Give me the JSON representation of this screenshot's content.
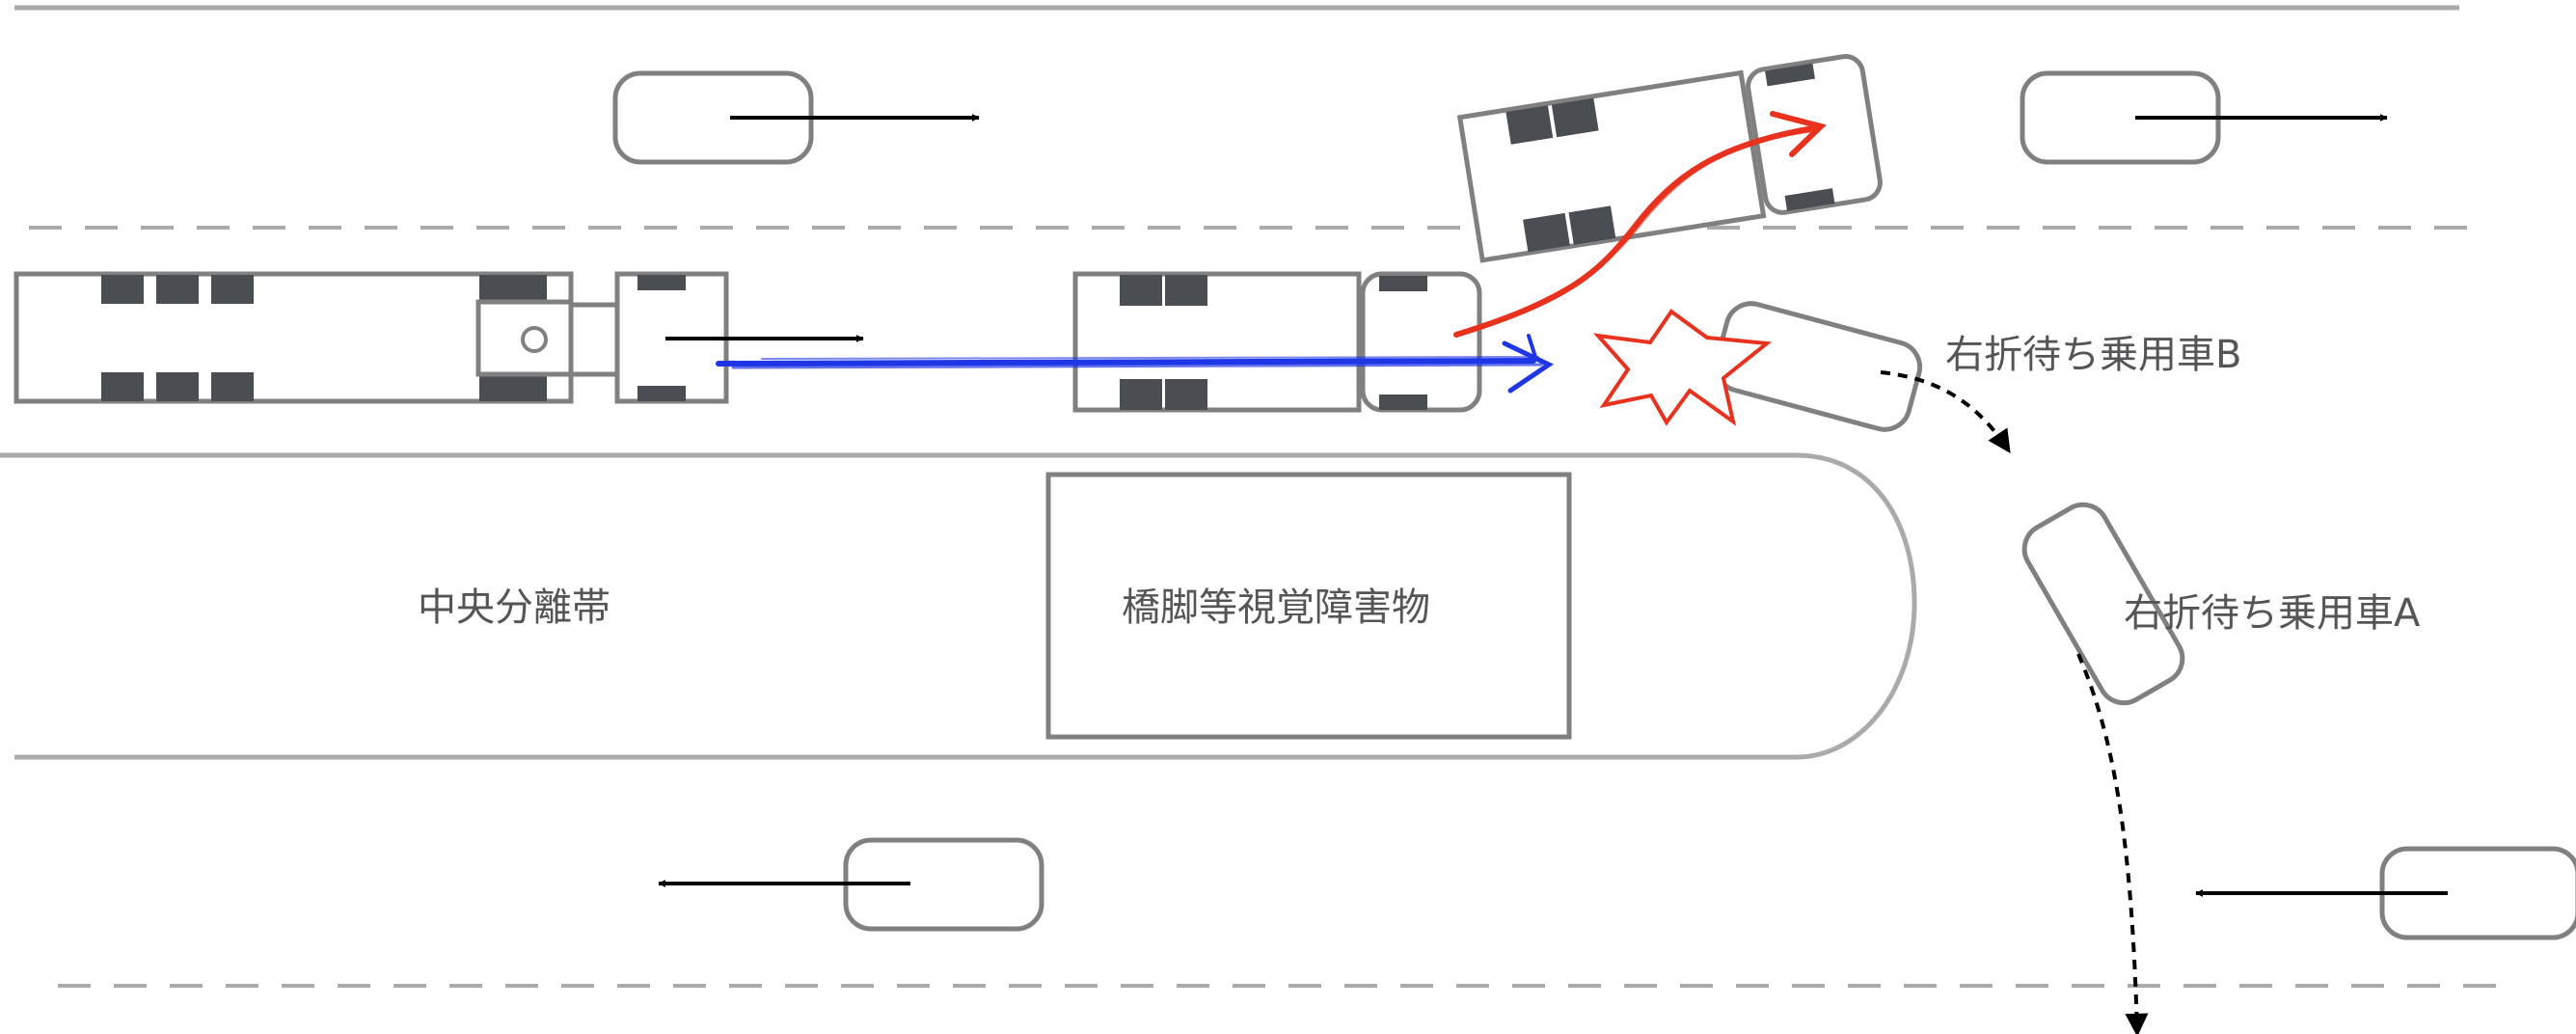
{
  "labels": {
    "median_strip": "中央分離帯",
    "obstruction": "橋脚等視覚障害物",
    "car_b": "右折待ち乗用車B",
    "car_a": "右折待ち乗用車A"
  },
  "icons": {
    "collision": "collision-starburst-icon",
    "direction": "arrow-icon"
  },
  "colors": {
    "road_line": "#aaaaaa",
    "vehicle_outline": "#808080",
    "wheel": "#4a4d52",
    "collision_path": "#1f36e6",
    "avoid_path": "#e8321e",
    "collision_mark": "#e8321e",
    "text": "#555558"
  }
}
